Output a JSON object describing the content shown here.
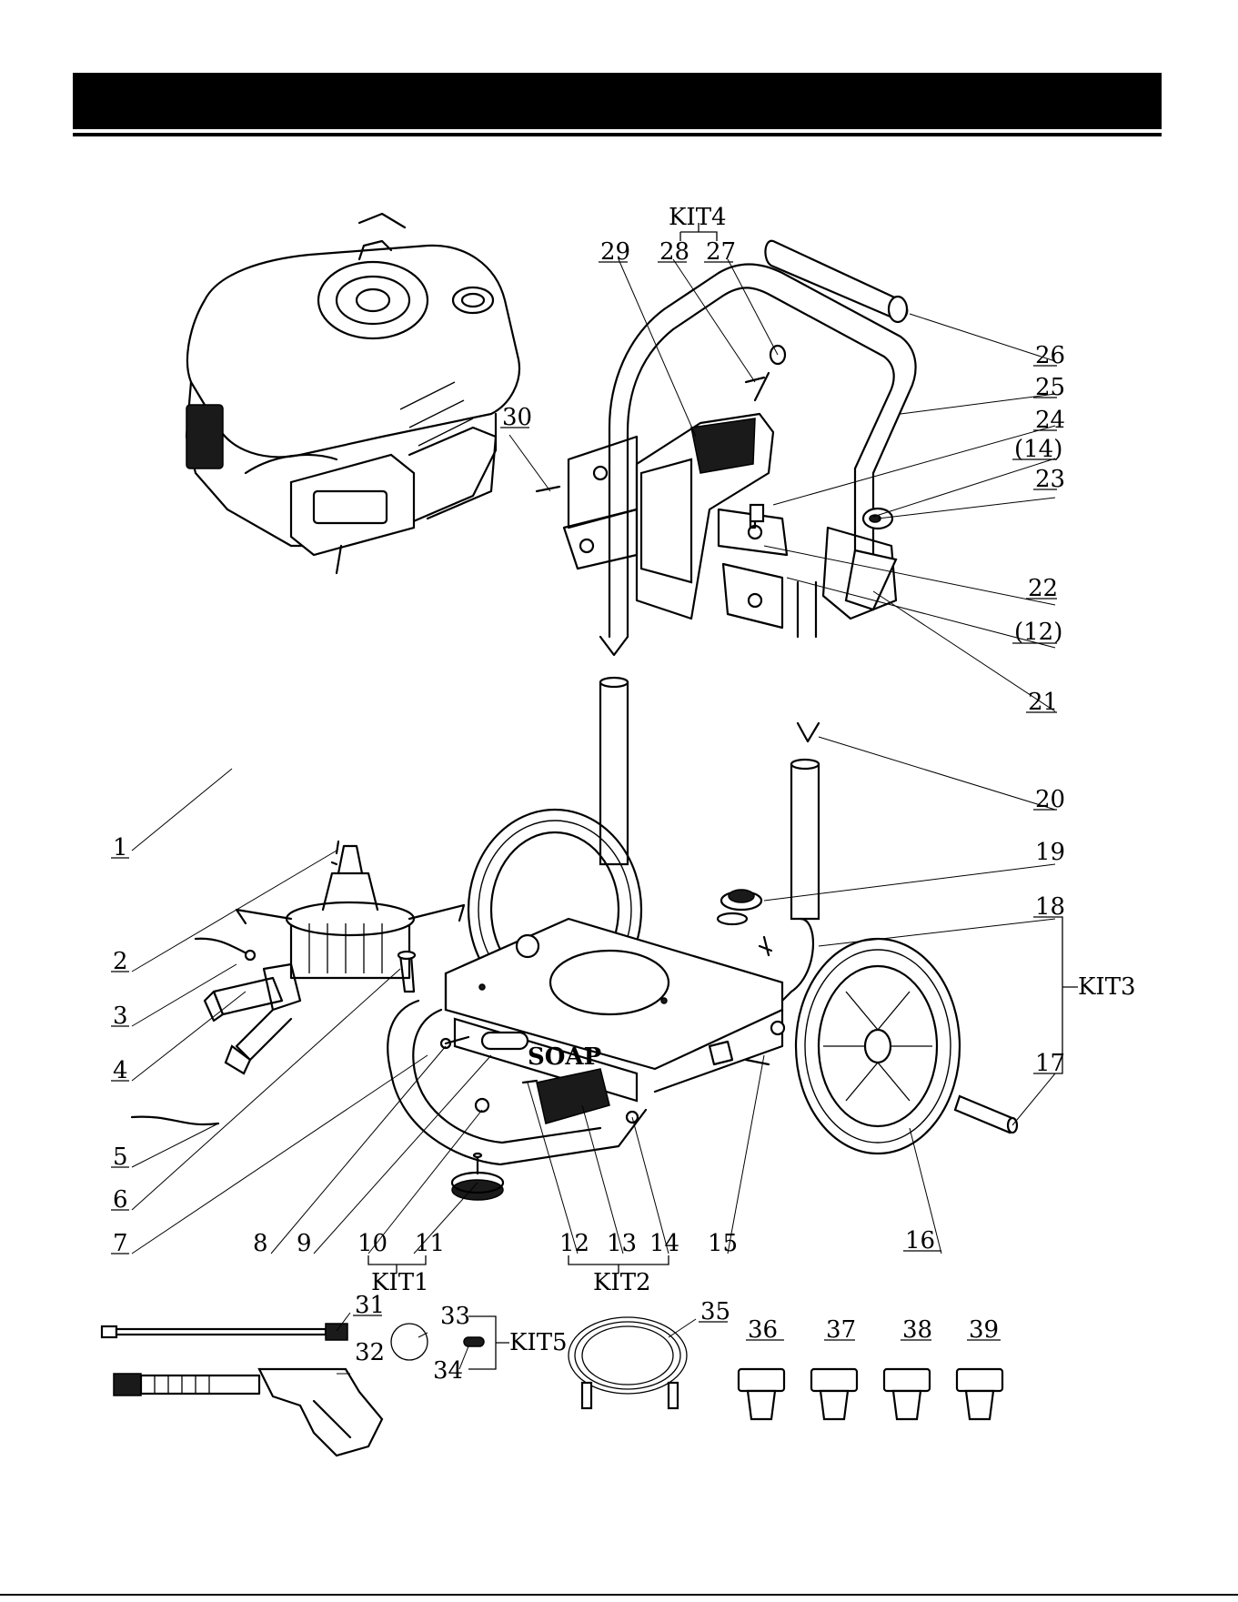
{
  "header": {
    "title": ""
  },
  "callouts": [
    {
      "id": "1",
      "label": "1"
    },
    {
      "id": "2",
      "label": "2"
    },
    {
      "id": "3",
      "label": "3"
    },
    {
      "id": "4",
      "label": "4"
    },
    {
      "id": "5",
      "label": "5"
    },
    {
      "id": "6",
      "label": "6"
    },
    {
      "id": "7",
      "label": "7"
    },
    {
      "id": "8",
      "label": "8"
    },
    {
      "id": "9",
      "label": "9"
    },
    {
      "id": "10",
      "label": "10"
    },
    {
      "id": "11",
      "label": "11"
    },
    {
      "id": "12",
      "label": "12"
    },
    {
      "id": "13",
      "label": "13"
    },
    {
      "id": "14",
      "label": "14"
    },
    {
      "id": "15",
      "label": "15"
    },
    {
      "id": "16",
      "label": "16"
    },
    {
      "id": "17",
      "label": "17"
    },
    {
      "id": "18",
      "label": "18"
    },
    {
      "id": "19",
      "label": "19"
    },
    {
      "id": "20",
      "label": "20"
    },
    {
      "id": "21",
      "label": "21"
    },
    {
      "id": "p12",
      "label": "(12)"
    },
    {
      "id": "22",
      "label": "22"
    },
    {
      "id": "23",
      "label": "23"
    },
    {
      "id": "p14",
      "label": "(14)"
    },
    {
      "id": "24",
      "label": "24"
    },
    {
      "id": "25",
      "label": "25"
    },
    {
      "id": "26",
      "label": "26"
    },
    {
      "id": "27",
      "label": "27"
    },
    {
      "id": "28",
      "label": "28"
    },
    {
      "id": "29",
      "label": "29"
    },
    {
      "id": "30",
      "label": "30"
    },
    {
      "id": "31",
      "label": "31"
    },
    {
      "id": "32",
      "label": "32"
    },
    {
      "id": "33",
      "label": "33"
    },
    {
      "id": "34",
      "label": "34"
    },
    {
      "id": "35",
      "label": "35"
    },
    {
      "id": "36",
      "label": "36"
    },
    {
      "id": "37",
      "label": "37"
    },
    {
      "id": "38",
      "label": "38"
    },
    {
      "id": "39",
      "label": "39"
    }
  ],
  "kits": {
    "kit1": "KIT1",
    "kit2": "KIT2",
    "kit3": "KIT3",
    "kit4": "KIT4",
    "kit5": "KIT5"
  },
  "panel_text": {
    "soap": "SOAP"
  }
}
